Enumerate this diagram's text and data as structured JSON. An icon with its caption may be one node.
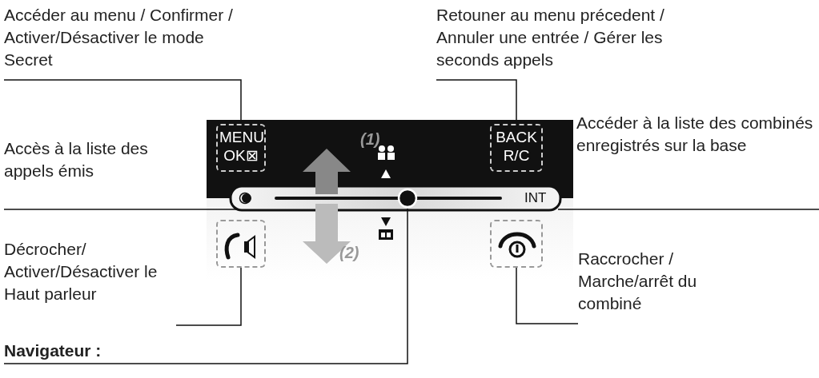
{
  "diagram": {
    "nodes": [
      {
        "text": [
          "Accéder au menu / Confirmer / Activer/Désactiver le mode Secret"
        ]
      },
      {
        "text": [
          "Retouner au menu précedent / Annuler une entrée / Gérer les seconds appels"
        ]
      },
      {
        "text": [
          "MENU OK⊠"
        ]
      },
      {
        "text": [
          "BACK R/C"
        ]
      },
      {
        "text": [
          "Accès à la liste des appels émis"
        ]
      },
      {
        "text": [],
        "shape": "circle"
      },
      {
        "text": [
          "INT"
        ]
      },
      {
        "text": [
          "Accéder à la liste des combinés enregistrés sur la base"
        ]
      },
      {
        "text": [
          "Décrocher/ Activer/Désactiver le Haut parleur"
        ]
      },
      {
        "text": [],
        "shape": "box"
      },
      {
        "text": [],
        "shape": "box"
      },
      {
        "text": [
          "Raccrocher / Marche/arrêt du combiné"
        ]
      },
      {
        "text": [],
        "shape": "circle"
      },
      {
        "text": [
          "Navigateur :"
        ]
      }
    ],
    "edges": [
      {
        "from": 0,
        "to": 2,
        "arrow": "none"
      },
      {
        "from": 1,
        "to": 3,
        "arrow": "none"
      },
      {
        "from": 4,
        "to": 5,
        "arrow": "none"
      },
      {
        "from": 7,
        "to": 6,
        "arrow": "none"
      },
      {
        "from": 8,
        "to": 9,
        "arrow": "none"
      },
      {
        "from": 11,
        "to": 10,
        "arrow": "none"
      },
      {
        "from": 13,
        "to": 12,
        "arrow": "none"
      }
    ],
    "labels": [
      "(1)",
      "(2)"
    ]
  }
}
